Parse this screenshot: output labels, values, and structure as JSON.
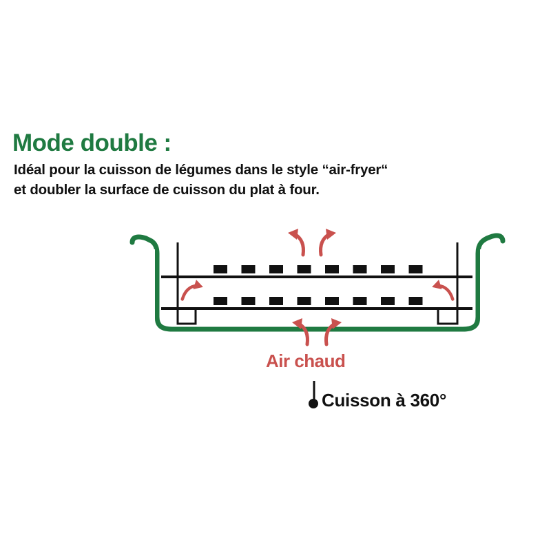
{
  "header": {
    "title": "Mode double :",
    "line1": "Idéal pour la cuisson de légumes dans le style “air-fryer“",
    "line2": "et doubler la surface de cuisson du plat à four."
  },
  "diagram": {
    "air_label": "Air chaud",
    "cooking_label": "Cuisson à 360°",
    "racks": [
      {
        "name": "upper-rack",
        "bumps": 8
      },
      {
        "name": "lower-rack",
        "bumps": 8
      }
    ],
    "icons": [
      "hot-air-arrow-icon",
      "pin-pointer-icon"
    ]
  },
  "colors": {
    "title": "#1f7a41",
    "pan": "#1f7a41",
    "arrow": "#c9514e",
    "ink": "#111111"
  }
}
